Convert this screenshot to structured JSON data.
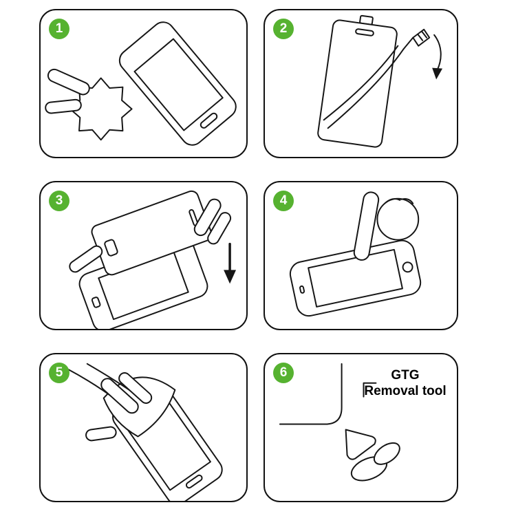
{
  "style": {
    "badge_color": "#56b230",
    "line_color": "#161616",
    "background_color": "#ffffff",
    "text_color": "#000000"
  },
  "steps": [
    {
      "number": "1",
      "illustration": "wipe-screen-with-cloth-icon"
    },
    {
      "number": "2",
      "illustration": "peel-protective-film-icon"
    },
    {
      "number": "3",
      "illustration": "align-and-place-protector-icon"
    },
    {
      "number": "4",
      "illustration": "press-screen-with-finger-icon"
    },
    {
      "number": "5",
      "illustration": "smooth-film-onto-screen-icon"
    },
    {
      "number": "6",
      "illustration": "removal-tool-at-corner-icon",
      "label_line1": "GTG",
      "label_line2": "Removal tool"
    }
  ]
}
